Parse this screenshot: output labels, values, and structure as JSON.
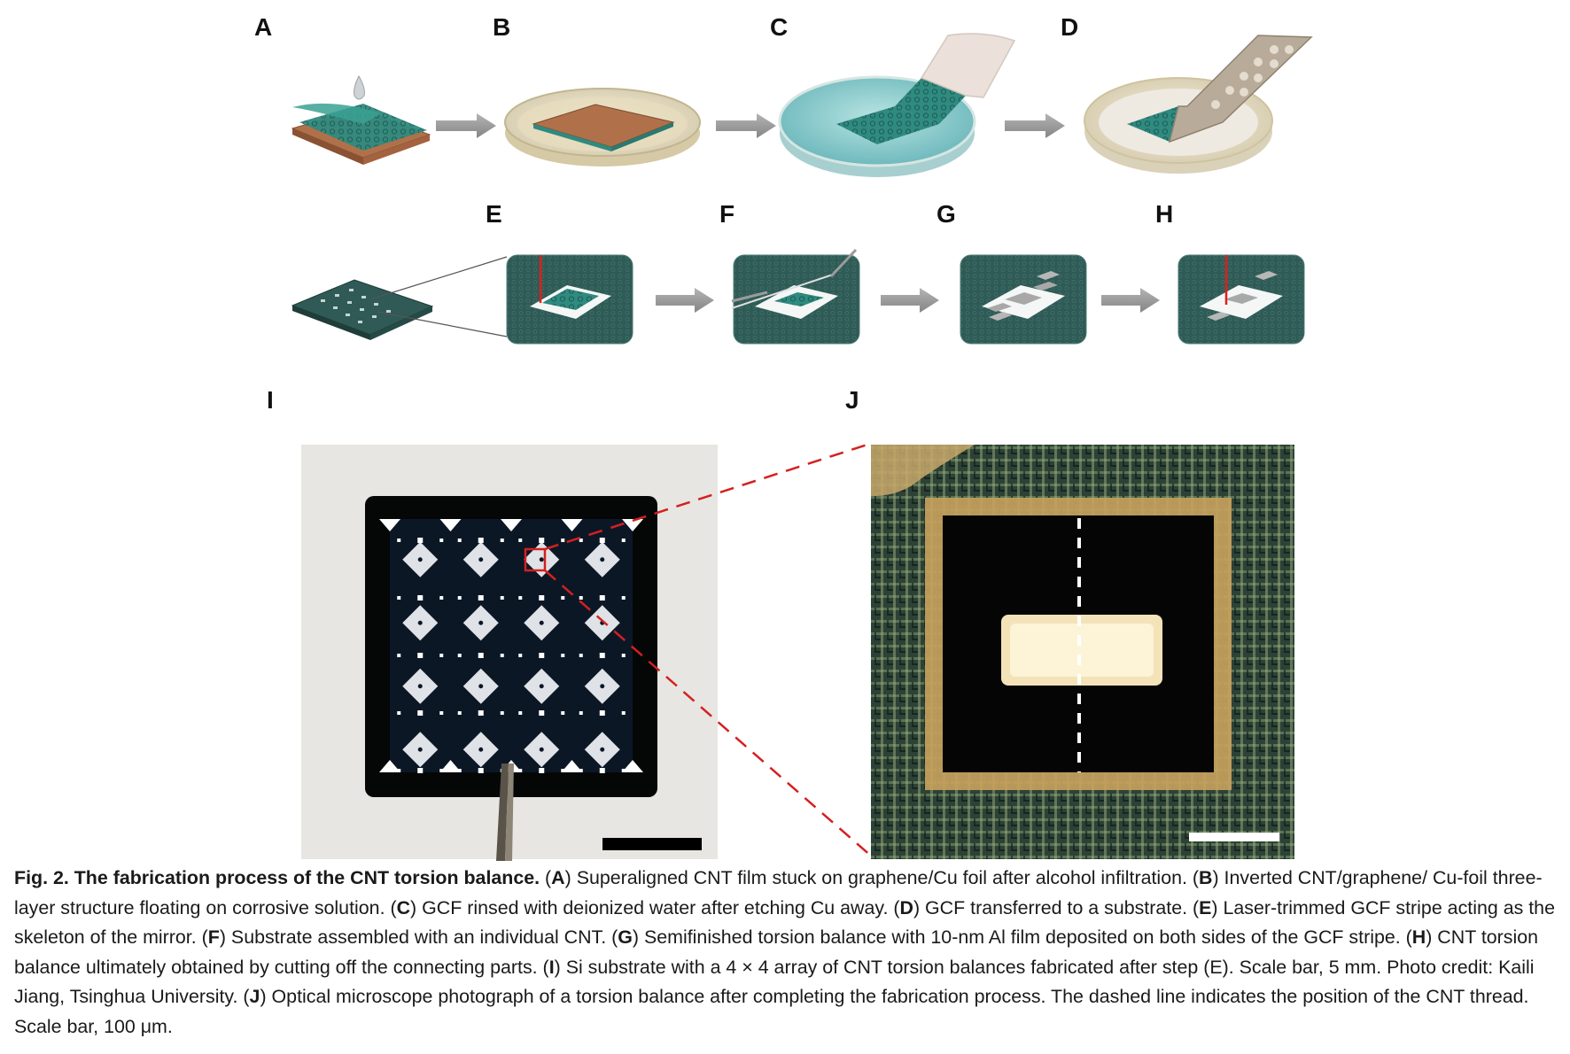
{
  "panels": {
    "A": "A",
    "B": "B",
    "C": "C",
    "D": "D",
    "E": "E",
    "F": "F",
    "G": "G",
    "H": "H",
    "I": "I",
    "J": "J"
  },
  "caption": {
    "title": "Fig. 2. The fabrication process of the CNT torsion balance.",
    "items": [
      {
        "label": "A",
        "text": "Superaligned CNT film stuck on graphene/Cu foil after alcohol infiltration."
      },
      {
        "label": "B",
        "text": "Inverted CNT/graphene/ Cu-foil three-layer structure floating on corrosive solution."
      },
      {
        "label": "C",
        "text": "GCF rinsed with deionized water after etching Cu away."
      },
      {
        "label": "D",
        "text": "GCF transferred to a substrate."
      },
      {
        "label": "E",
        "text": "Laser-trimmed GCF stripe acting as the skeleton of the mirror."
      },
      {
        "label": "F",
        "text": "Substrate assembled with an individual CNT."
      },
      {
        "label": "G",
        "text": "Semifinished torsion balance with 10-nm Al film deposited on both sides of the GCF stripe."
      },
      {
        "label": "H",
        "text": "CNT torsion balance ultimately obtained by cutting off the connecting parts."
      },
      {
        "label": "I",
        "text": "Si substrate with a 4 × 4 array of CNT torsion balances fabricated after step (E). Scale bar, 5 mm. Photo credit: Kaili Jiang, Tsinghua University."
      },
      {
        "label": "J",
        "text": "Optical microscope photograph of a torsion balance after completing the fabrication process. The dashed line indicates the position of the CNT thread. Scale bar, 100 μm."
      }
    ]
  },
  "colors": {
    "arrow": "#9a9a9a",
    "film": "#2f8a80",
    "copper": "#b0714a",
    "dish": "#ece6d6",
    "water": "#8fd0d0",
    "tile": "#2f5a55",
    "zoom_line": "#d42020",
    "photo_dark": "#0a1320",
    "micro_bg": "#2e3f33",
    "micro_frame": "#c9a060"
  }
}
